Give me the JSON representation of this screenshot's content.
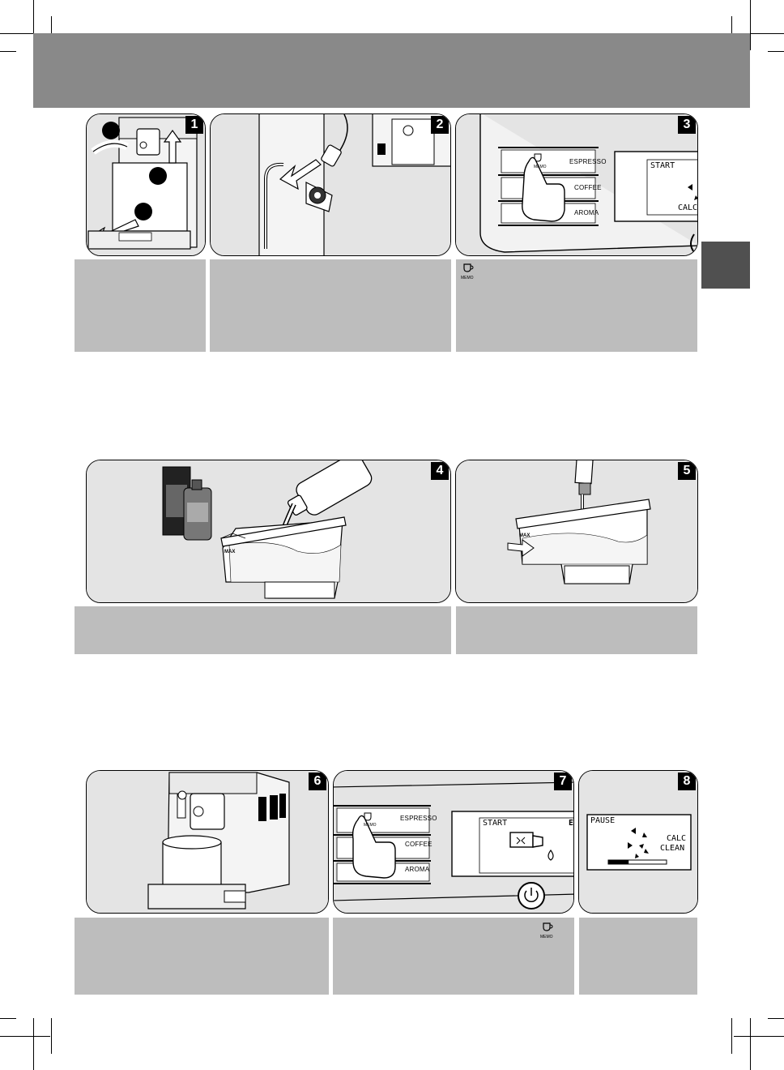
{
  "steps": [
    {
      "number": "1"
    },
    {
      "number": "2"
    },
    {
      "number": "3"
    },
    {
      "number": "4"
    },
    {
      "number": "5"
    },
    {
      "number": "6"
    },
    {
      "number": "7"
    },
    {
      "number": "8"
    }
  ],
  "control_panel": {
    "espresso_label": "ESPRESSO",
    "coffee_label": "COFFEE",
    "aroma_label": "AROMA",
    "memo_label": "MEMO"
  },
  "display_step3": {
    "line1": "START",
    "line2": "CALC"
  },
  "display_step7": {
    "line1": "START",
    "line1_right": "E"
  },
  "display_step8": {
    "line1": "PAUSE",
    "line2": "CALC",
    "line3": "CLEAN",
    "progress": 0.35
  },
  "tank": {
    "max_label": "MAX"
  },
  "captions": {
    "memo_icon_label": "MEMO"
  },
  "colors": {
    "header_band": "#898989",
    "side_tab": "#505050",
    "caption_bg": "#bdbdbd",
    "illustration_bg": "#e4e4e4"
  }
}
